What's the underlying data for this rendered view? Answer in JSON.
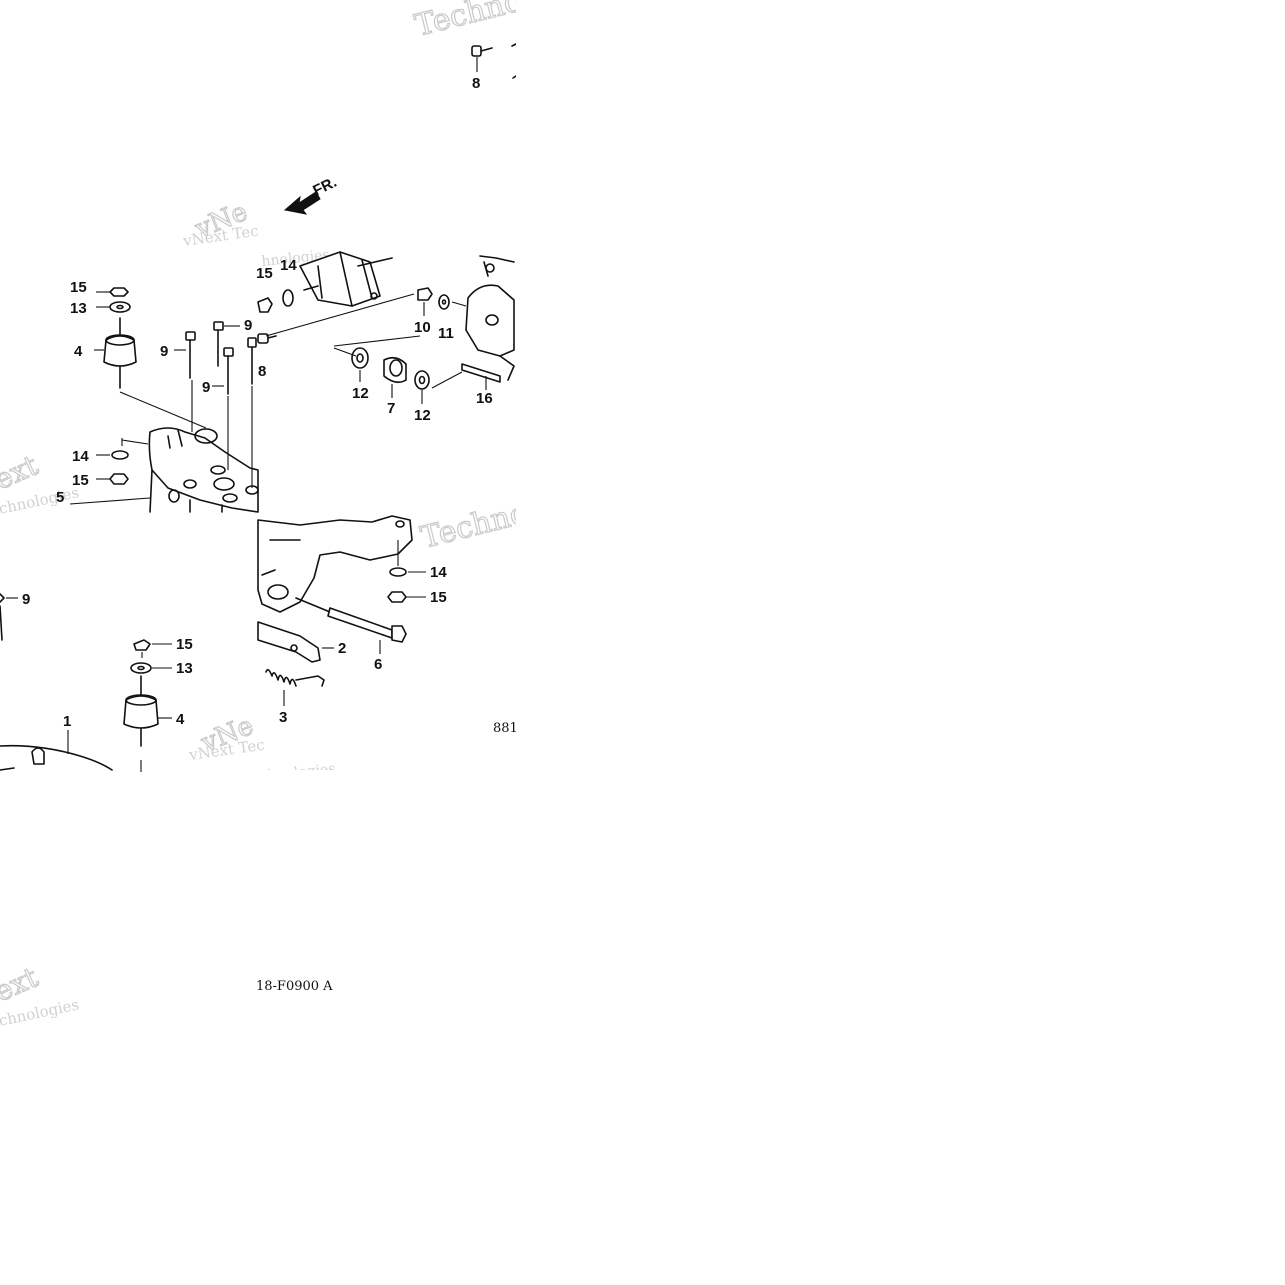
{
  "diagram": {
    "direction_label": "FR.",
    "code_top": "881",
    "code_bottom": "18-F0900 A",
    "watermarks": [
      "Techno",
      "vNext Tec",
      "vNe",
      "hnologies",
      "ext",
      "chnologies",
      "Techno",
      "vNe",
      "vNext Tec",
      "hnologies",
      "ext",
      "chnologies"
    ],
    "callouts": [
      {
        "id": "c8a",
        "label": "8"
      },
      {
        "id": "c15a",
        "label": "15"
      },
      {
        "id": "c14a",
        "label": "14"
      },
      {
        "id": "c15b",
        "label": "15"
      },
      {
        "id": "c13a",
        "label": "13"
      },
      {
        "id": "c4a",
        "label": "4"
      },
      {
        "id": "c9a",
        "label": "9"
      },
      {
        "id": "c9b",
        "label": "9"
      },
      {
        "id": "c9c",
        "label": "9"
      },
      {
        "id": "c8b",
        "label": "8"
      },
      {
        "id": "c10",
        "label": "10"
      },
      {
        "id": "c11",
        "label": "11"
      },
      {
        "id": "c12a",
        "label": "12"
      },
      {
        "id": "c7",
        "label": "7"
      },
      {
        "id": "c12b",
        "label": "12"
      },
      {
        "id": "c16",
        "label": "16"
      },
      {
        "id": "c14b",
        "label": "14"
      },
      {
        "id": "c15c",
        "label": "15"
      },
      {
        "id": "c5",
        "label": "5"
      },
      {
        "id": "c14c",
        "label": "14"
      },
      {
        "id": "c15d",
        "label": "15"
      },
      {
        "id": "c9d",
        "label": "9"
      },
      {
        "id": "c15e",
        "label": "15"
      },
      {
        "id": "c13b",
        "label": "13"
      },
      {
        "id": "c4b",
        "label": "4"
      },
      {
        "id": "c1",
        "label": "1"
      },
      {
        "id": "c2",
        "label": "2"
      },
      {
        "id": "c6",
        "label": "6"
      },
      {
        "id": "c3",
        "label": "3"
      }
    ]
  }
}
